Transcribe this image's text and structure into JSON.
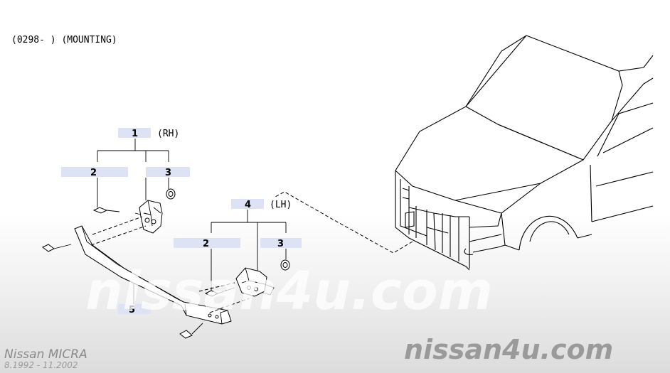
{
  "header": {
    "title": "(0298-        ) (MOUNTING)"
  },
  "callouts": [
    {
      "number": "1",
      "suffix": "(RH)"
    },
    {
      "number": "2",
      "suffix": ""
    },
    {
      "number": "3",
      "suffix": ""
    },
    {
      "number": "4",
      "suffix": "(LH)"
    },
    {
      "number": "2",
      "suffix": ""
    },
    {
      "number": "3",
      "suffix": ""
    },
    {
      "number": "5",
      "suffix": ""
    }
  ],
  "watermark": {
    "center": "nissan4u.com",
    "bottom_right": "nissan4u.com"
  },
  "footer": {
    "model": "Nissan MICRA",
    "years": "8.1992 - 11.2002"
  },
  "colors": {
    "callout_highlight": "#dde2f5",
    "line": "#000000",
    "watermark_gray": "#9a9a9a"
  }
}
